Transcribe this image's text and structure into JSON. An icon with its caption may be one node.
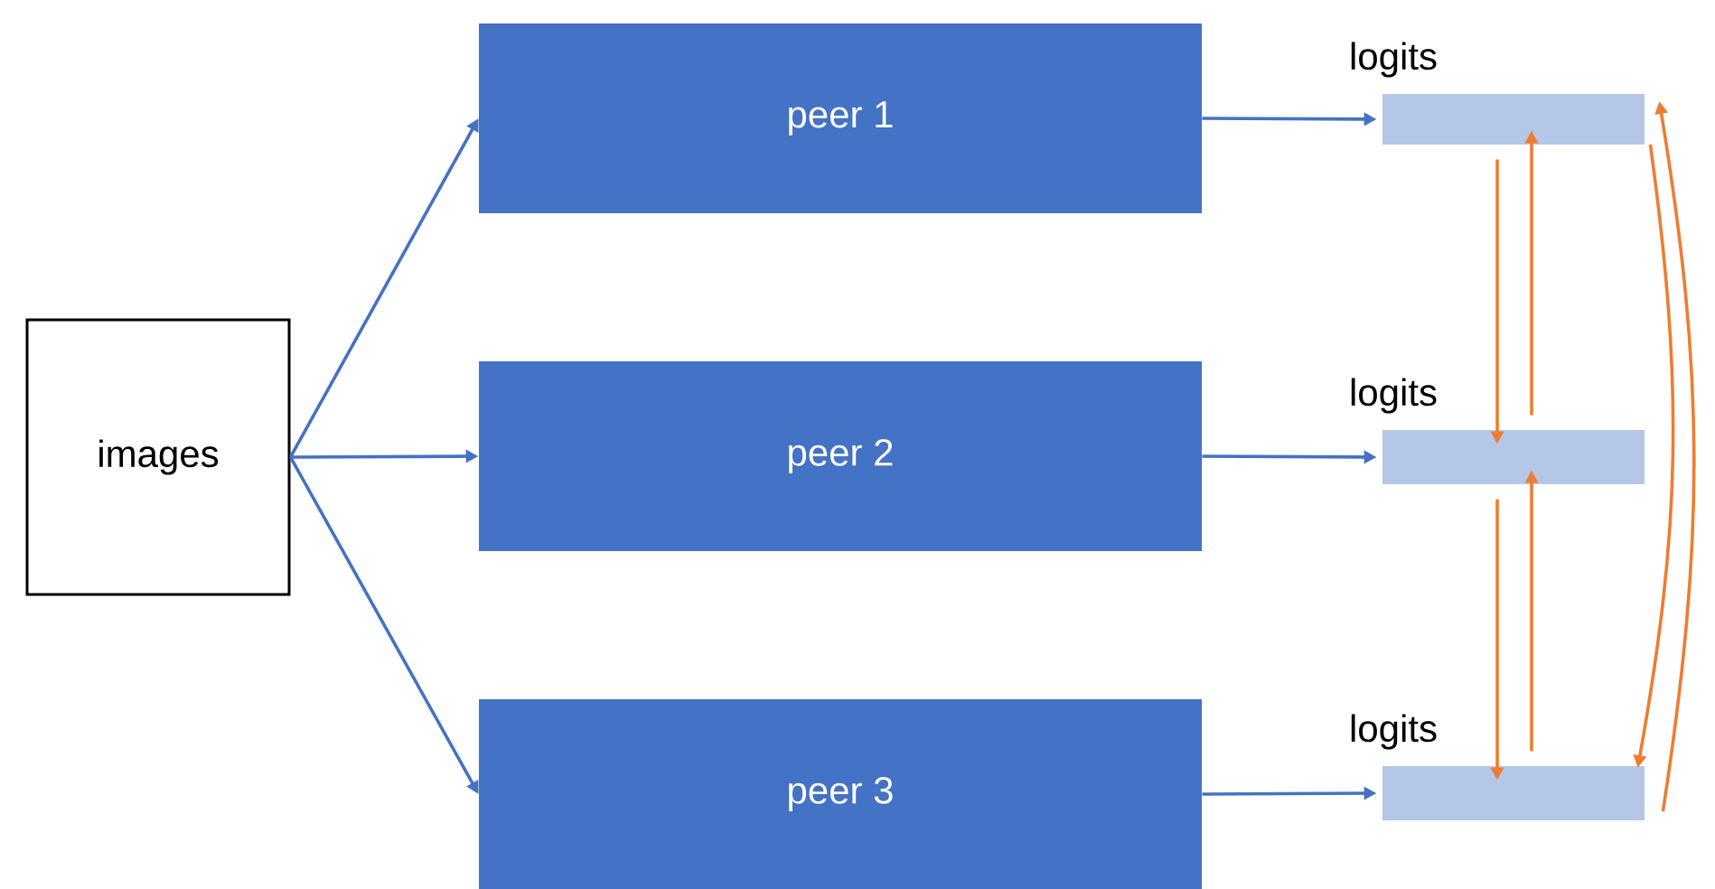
{
  "diagram": {
    "nodes": [
      {
        "text": [
          "images"
        ]
      },
      {
        "text": [
          "peer 1"
        ]
      },
      {
        "text": [
          "peer 2"
        ]
      },
      {
        "text": [
          "peer 3"
        ]
      },
      {
        "text": [
          "logits"
        ]
      },
      {
        "text": [
          "logits"
        ]
      },
      {
        "text": [
          "logits"
        ]
      }
    ],
    "edges": [
      {
        "from": 0,
        "to": 1,
        "arrow": "to"
      },
      {
        "from": 0,
        "to": 2,
        "arrow": "to"
      },
      {
        "from": 0,
        "to": 3,
        "arrow": "to"
      },
      {
        "from": 1,
        "to": 4,
        "arrow": "to"
      },
      {
        "from": 2,
        "to": 5,
        "arrow": "to"
      },
      {
        "from": 3,
        "to": 6,
        "arrow": "to"
      },
      {
        "from": 4,
        "to": 5,
        "arrow": "to",
        "color": "#ed7d31"
      },
      {
        "from": 5,
        "to": 4,
        "arrow": "to",
        "color": "#ed7d31"
      },
      {
        "from": 5,
        "to": 6,
        "arrow": "to",
        "color": "#ed7d31"
      },
      {
        "from": 6,
        "to": 5,
        "arrow": "to",
        "color": "#ed7d31"
      },
      {
        "from": 4,
        "to": 6,
        "arrow": "to",
        "color": "#ed7d31"
      },
      {
        "from": 6,
        "to": 4,
        "arrow": "to",
        "color": "#ed7d31"
      }
    ]
  }
}
